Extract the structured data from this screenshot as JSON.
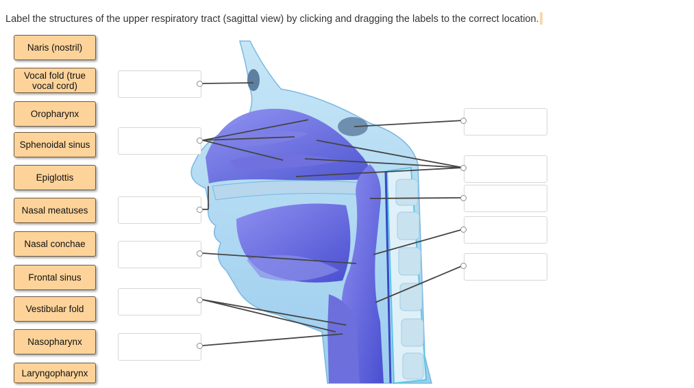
{
  "instruction": "Label the structures of the upper respiratory tract (sagittal view) by clicking and dragging the labels to the correct location.",
  "labels": [
    "Naris (nostril)",
    "Vocal fold (true vocal cord)",
    "Oropharynx",
    "Sphenoidal sinus",
    "Epiglottis",
    "Nasal meatuses",
    "Nasal conchae",
    "Frontal sinus",
    "Vestibular fold",
    "Nasopharynx",
    "Laryngopharynx"
  ],
  "drop_targets_left": [
    "",
    "",
    "",
    "",
    "",
    ""
  ],
  "drop_targets_right": [
    "",
    "",
    "",
    "",
    ""
  ],
  "colors": {
    "label_fill": "#fdd39a",
    "tissue_purple": "#5b5fd6",
    "tissue_light_blue": "#a8d7f0",
    "bone_cyan": "#5ec5e6"
  }
}
